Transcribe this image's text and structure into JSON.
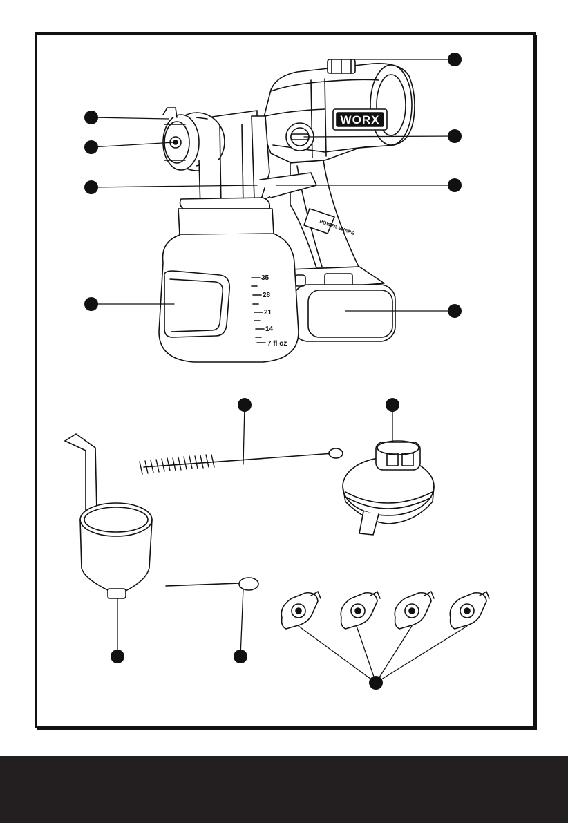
{
  "brand": "WORX",
  "power_share_label": "POWER SHARE",
  "cup_scale": {
    "marks": [
      "35",
      "28",
      "21",
      "14",
      "7 fl oz"
    ]
  },
  "colors": {
    "frame": "#111111",
    "footer": "#231f20",
    "callout": "#111111"
  }
}
